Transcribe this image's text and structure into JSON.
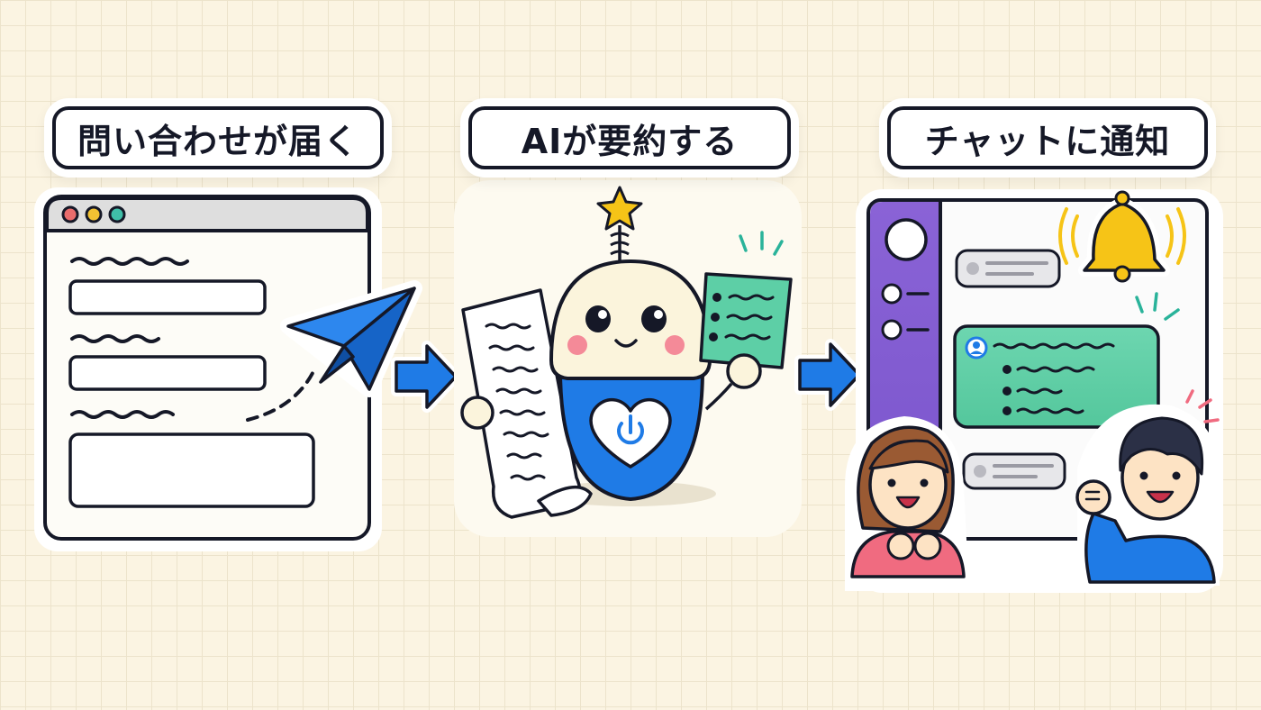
{
  "steps": [
    {
      "title": "問い合わせが届く",
      "icon": "contact-form-icon"
    },
    {
      "title": "AIが要約する",
      "icon": "ai-robot-icon"
    },
    {
      "title": "チャットに通知",
      "icon": "chat-notification-icon"
    }
  ],
  "connectors": [
    "arrow-right-icon",
    "arrow-right-icon"
  ],
  "colors": {
    "background": "#fbf4e2",
    "outline": "#151827",
    "accent_blue": "#1f7be6",
    "teal": "#5dcfa6",
    "purple": "#8a63d6",
    "bell_yellow": "#f6c417",
    "star_yellow": "#f6c417",
    "dot_red": "#e86c6c",
    "dot_yellow": "#f2c233",
    "dot_teal": "#3fbfa8"
  }
}
